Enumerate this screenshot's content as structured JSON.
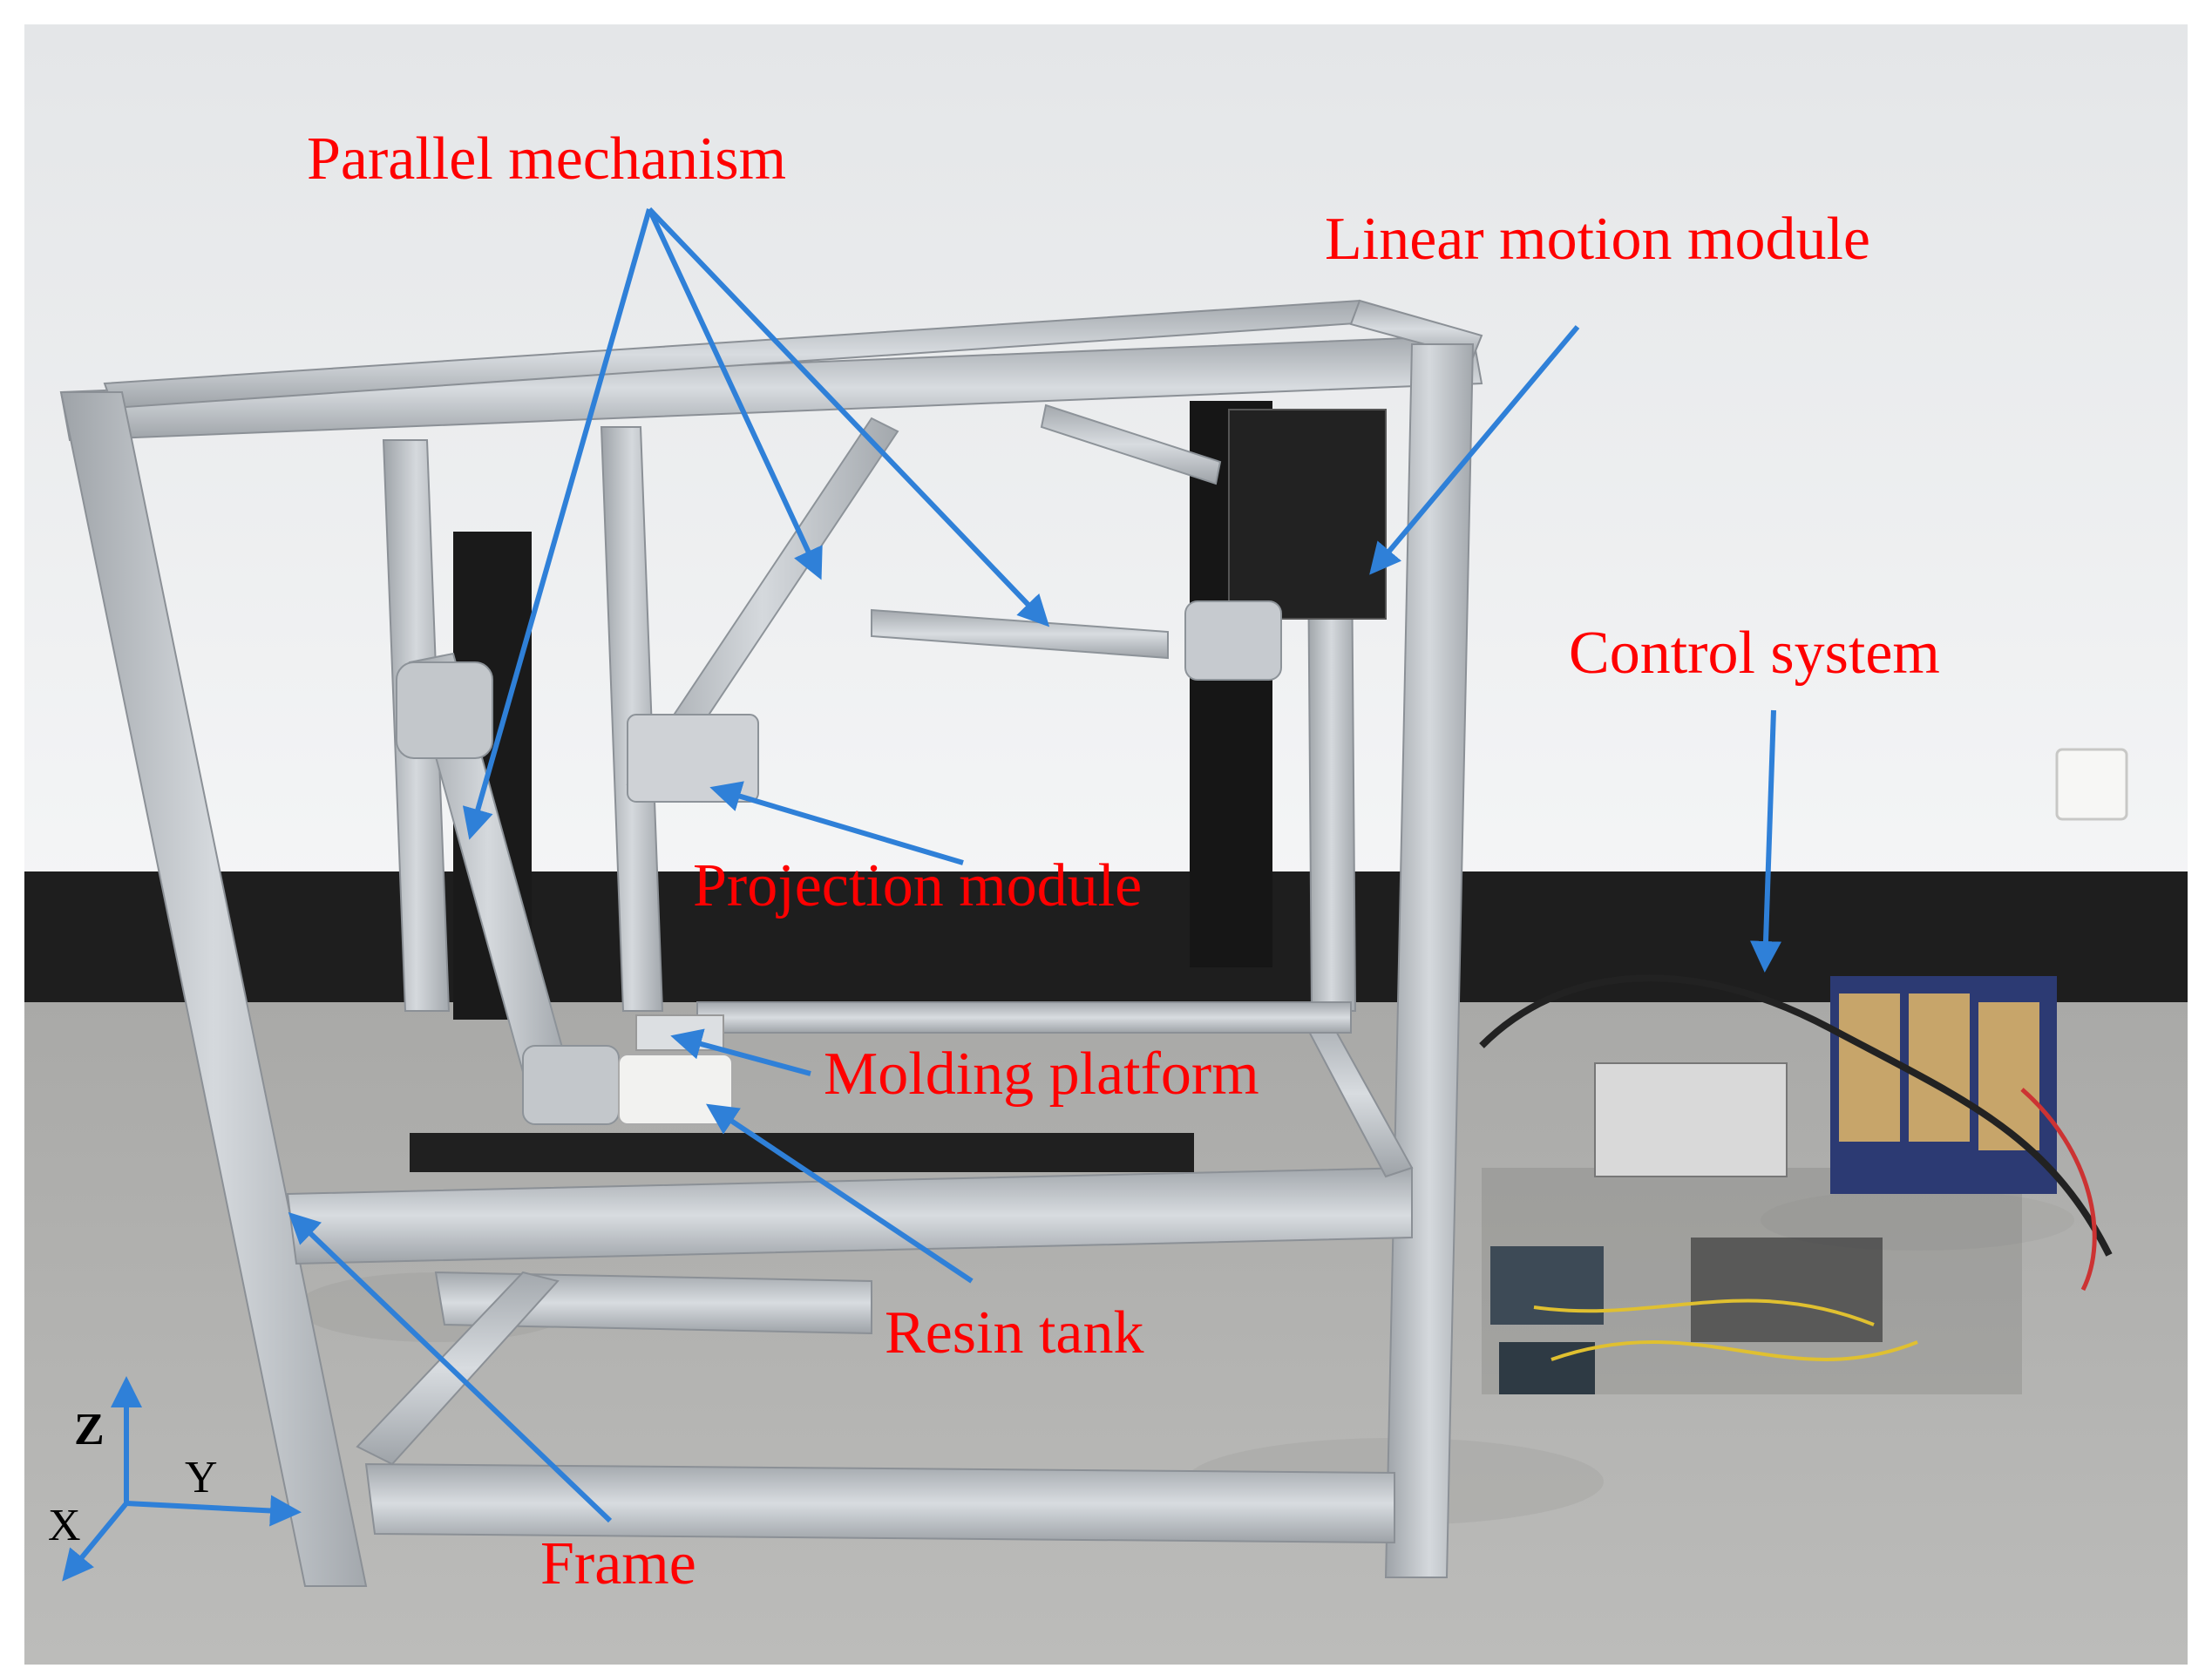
{
  "labels": {
    "parallel_mechanism": "Parallel mechanism",
    "linear_motion_module": "Linear motion module",
    "control_system": "Control system",
    "projection_module": "Projection module",
    "molding_platform": "Molding platform",
    "resin_tank": "Resin tank",
    "frame": "Frame"
  },
  "axes": {
    "z": "Z",
    "y": "Y",
    "x": "X"
  },
  "colors": {
    "label_text": "#ff0000",
    "arrow": "#2f80d8",
    "frame_aluminum": "#b9bec4",
    "wall": "#eceef0",
    "floor": "#b0b0ae",
    "baseboard": "#1c1c1c"
  }
}
